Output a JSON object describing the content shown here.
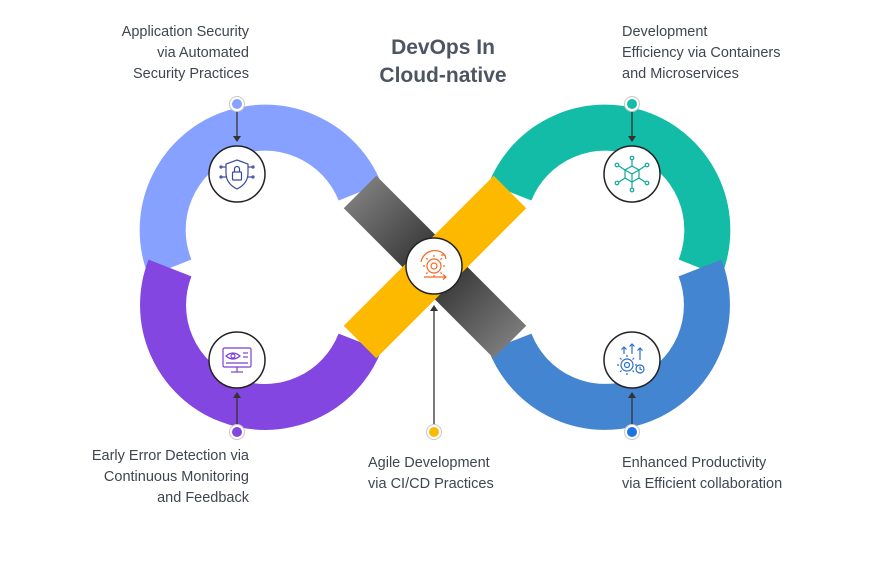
{
  "title": {
    "line1": "DevOps In",
    "line2": "Cloud-native"
  },
  "colors": {
    "blue_light": "#86a1ff",
    "purple": "#8446e0",
    "teal": "#13bca6",
    "blue": "#4485d1",
    "yellow": "#fcb900",
    "gray": "#6f6f6f",
    "orange": "#ef6a24",
    "text": "#3f4650"
  },
  "nodes": {
    "top_left": {
      "icon": "shield-lock-icon",
      "lines": [
        "Application Security",
        "via Automated",
        "Security Practices"
      ]
    },
    "bottom_left": {
      "icon": "monitor-eye-icon",
      "lines": [
        "Early Error Detection via",
        "Continuous Monitoring",
        "and Feedback"
      ]
    },
    "center": {
      "icon": "gear-cycle-icon",
      "lines": [
        "Agile Development",
        "via CI/CD Practices"
      ]
    },
    "top_right": {
      "icon": "cube-network-icon",
      "lines": [
        "Development",
        "Efficiency via Containers",
        "and Microservices"
      ]
    },
    "bottom_right": {
      "icon": "gear-productivity-icon",
      "lines": [
        "Enhanced Productivity",
        "via Efficient collaboration"
      ]
    }
  }
}
